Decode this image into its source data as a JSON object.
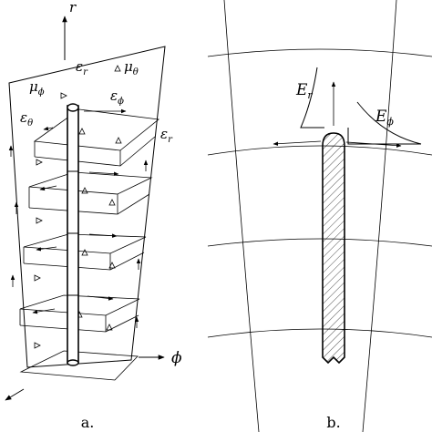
{
  "panel_a": {
    "caption": "a.",
    "axis_r": "r",
    "axis_phi": "ϕ",
    "labels": {
      "eps_r_top": "ε",
      "eps_r_top_sub": "r",
      "mu_theta": "μ",
      "mu_theta_sub": "θ",
      "mu_phi": "μ",
      "mu_phi_sub": "ϕ",
      "eps_phi": "ε",
      "eps_phi_sub": "ϕ",
      "eps_theta": "ε",
      "eps_theta_sub": "θ",
      "eps_r_right": "ε",
      "eps_r_right_sub": "r"
    }
  },
  "panel_b": {
    "caption": "b.",
    "label_er": "E",
    "label_er_sub": "r",
    "label_ephi": "E",
    "label_ephi_sub": "ϕ"
  }
}
